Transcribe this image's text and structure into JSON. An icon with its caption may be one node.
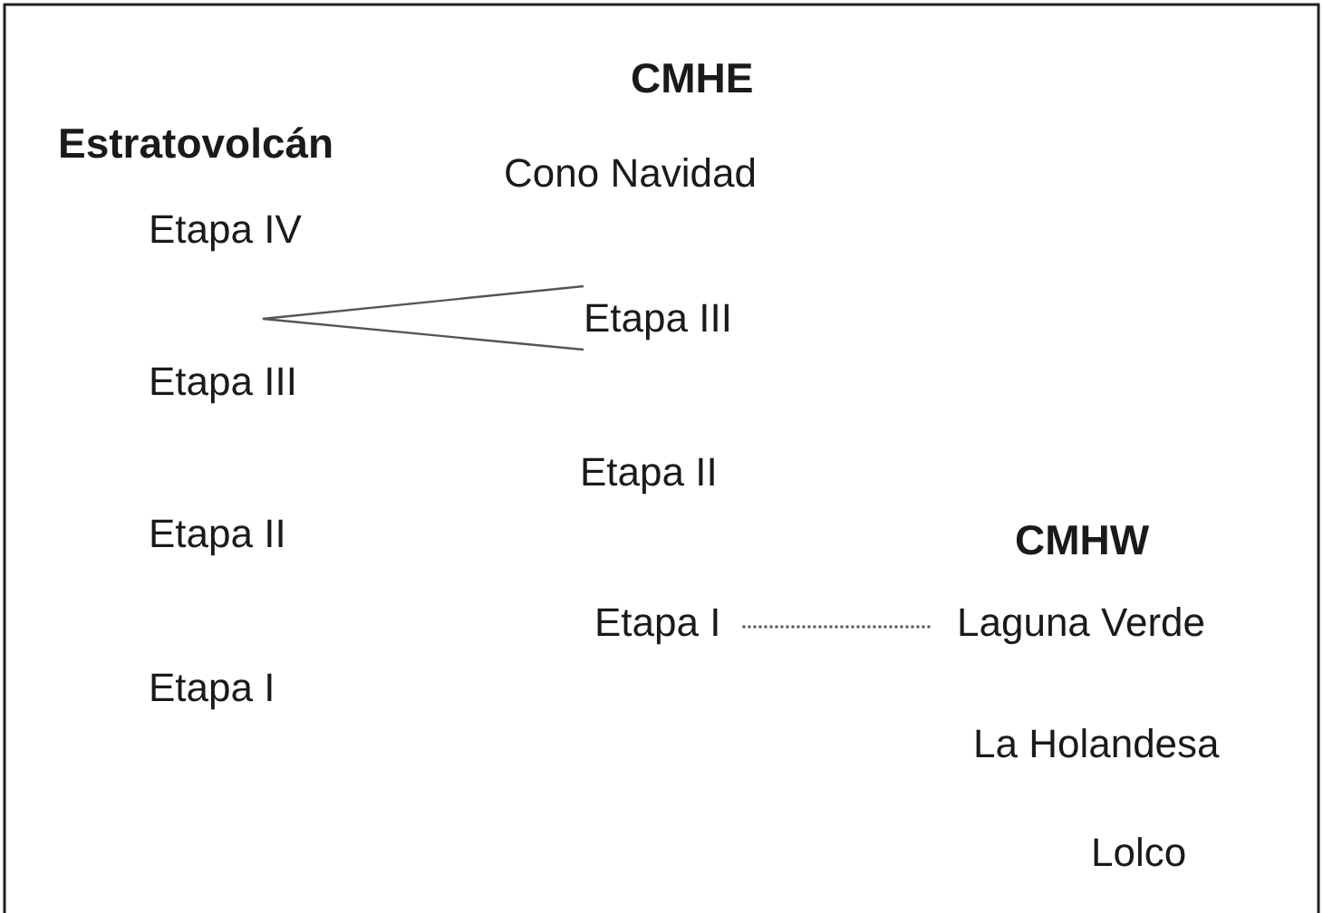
{
  "diagram": {
    "nodes": [
      {
        "text": [
          "Etapa III"
        ]
      },
      {
        "text": [
          "Etapa I"
        ]
      },
      {
        "text": [
          "Laguna Verde"
        ]
      }
    ],
    "edges": [
      {
        "from": 0,
        "to": null,
        "arrow": "none"
      },
      {
        "from": 1,
        "to": 2,
        "arrow": "none",
        "style": "dashed"
      }
    ],
    "labels": [
      "CMHE",
      "Estratovolcán",
      "Cono Navidad",
      "Etapa IV",
      "Etapa III",
      "Etapa II",
      "CMHW",
      "Etapa II",
      "Etapa I",
      "La Holandesa",
      "Lolco"
    ]
  }
}
